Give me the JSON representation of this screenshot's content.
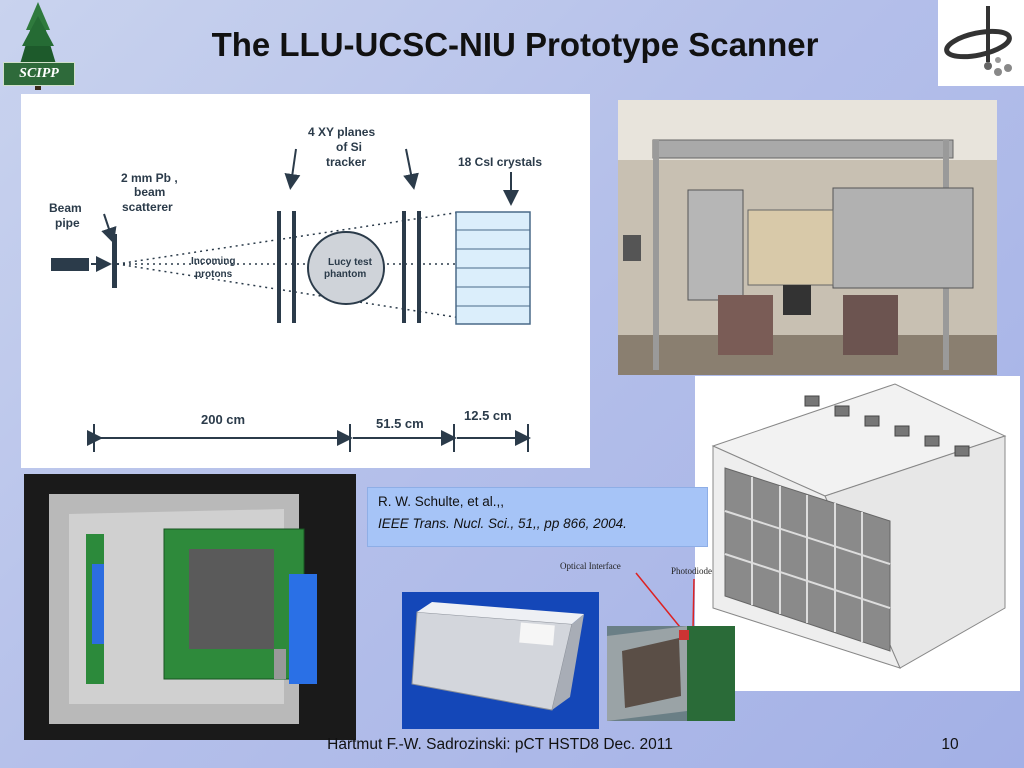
{
  "slide": {
    "title": "The LLU-UCSC-NIU Prototype Scanner",
    "logo_left_text": "SCIPP",
    "footer": "Hartmut F.-W. Sadrozinski: pCT HSTD8 Dec. 2011",
    "page_number": "10"
  },
  "diagram": {
    "beam_pipe": "Beam pipe",
    "pb_scatterer": "2 mm Pb , beam scatterer",
    "xy_planes": "4 XY planes of Si tracker",
    "csi_crystals": "18 CsI crystals",
    "incoming_protons": "Incoming protons",
    "phantom": "Lucy test phantom",
    "dist_1": "200 cm",
    "dist_2": "51.5 cm",
    "dist_3": "12.5 cm"
  },
  "citation": {
    "authors": "R. W. Schulte, et al.,,",
    "journal": "IEEE Trans. Nucl. Sci., 51,, pp 866, 2004."
  },
  "annotations": {
    "optical_interface": "Optical Interface",
    "photodiode": "Photodiode"
  },
  "colors": {
    "background": "#b5c0ea",
    "citation_box": "#a6c4f7",
    "diagram_ink": "#2b3b4a",
    "crystal_fill": "#dbeefb"
  }
}
